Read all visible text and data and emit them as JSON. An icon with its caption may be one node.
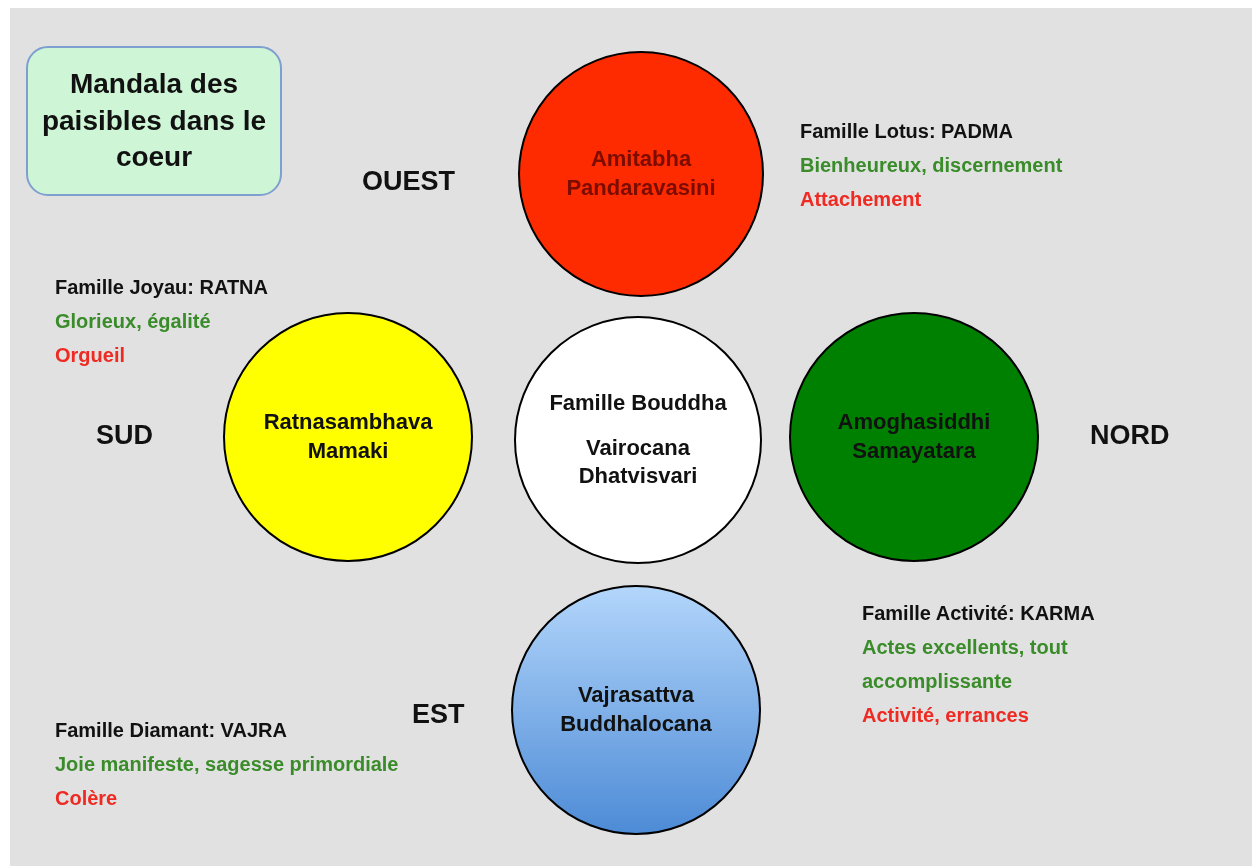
{
  "diagram": {
    "nodes": [
      {
        "text": [
          "Mandala des paisibles dans le coeur"
        ]
      },
      {
        "text": [
          "Amitabha",
          "Pandaravasini"
        ],
        "beside": [
          "Famille Lotus: PADMA",
          "Bienheureux, discernement",
          "Attachement"
        ]
      },
      {
        "text": [
          "Ratnasambhava",
          "Mamaki"
        ],
        "beside": [
          "Famille Joyau: RATNA",
          "Glorieux, égalité",
          "Orgueil"
        ]
      },
      {
        "text": [
          "Famille Bouddha",
          "Vairocana",
          "Dhatvisvari"
        ]
      },
      {
        "text": [
          "Amoghasiddhi",
          "Samayatara"
        ],
        "beside": [
          "Famille Activité: KARMA",
          "Actes excellents, tout accomplissante",
          "Activité, errances"
        ]
      },
      {
        "text": [
          "Vajrasattva",
          "Buddhalocana"
        ],
        "beside": [
          "Famille Diamant: VAJRA",
          "Joie manifeste, sagesse primordiale",
          "Colère"
        ]
      }
    ],
    "labels": [
      "OUEST",
      "SUD",
      "NORD",
      "EST"
    ]
  }
}
